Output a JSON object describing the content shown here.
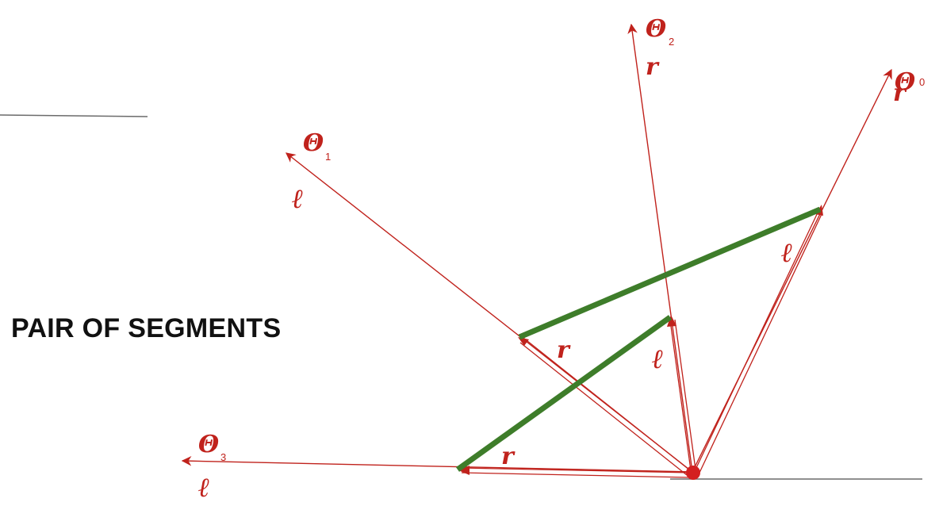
{
  "title": "PAIR OF SEGMENTS",
  "colors": {
    "ray": "#c0221c",
    "segment": "#3e7d2a",
    "baseline": "#6b6b6b",
    "point": "#d42020"
  },
  "rays": [
    {
      "theta": "Θ",
      "index": "0",
      "side": "r"
    },
    {
      "theta": "Θ",
      "index": "1",
      "side": "ℓ"
    },
    {
      "theta": "Θ",
      "index": "2",
      "side": "r"
    },
    {
      "theta": "Θ",
      "index": "3",
      "side": "ℓ"
    }
  ],
  "segment_labels": {
    "upper_right": "ℓ",
    "upper_left": "r",
    "lower_right": "ℓ",
    "lower_left": "r"
  }
}
